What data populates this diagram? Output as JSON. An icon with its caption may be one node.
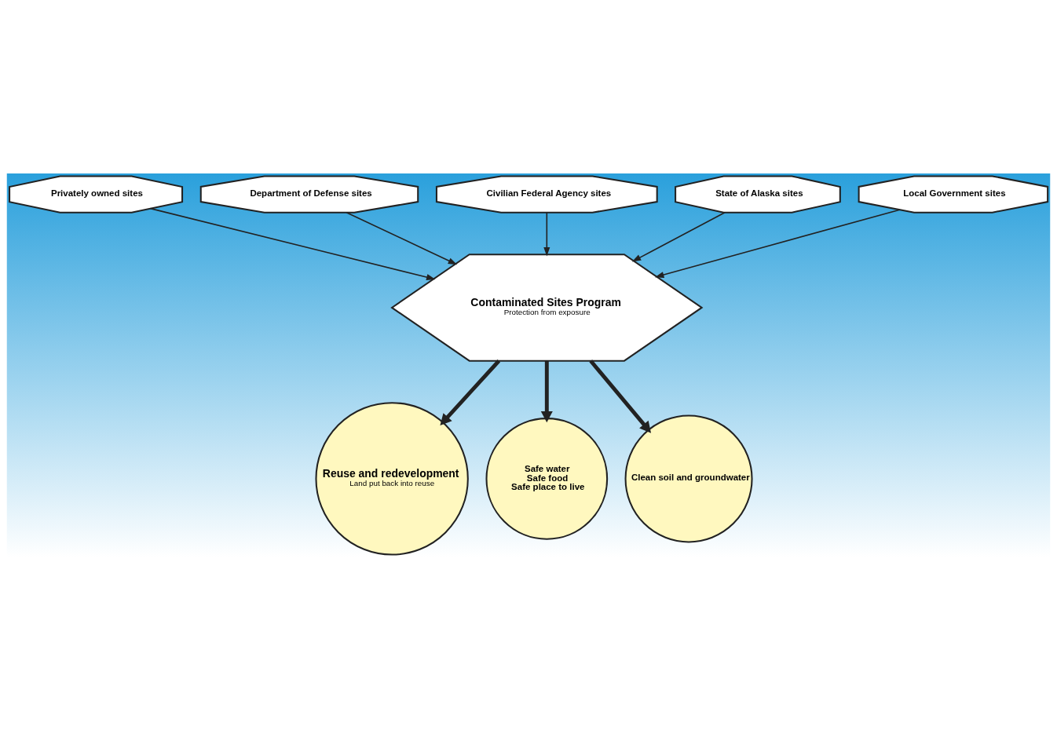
{
  "diagram": {
    "nodes": [
      {
        "text": [
          "Privately owned sites"
        ]
      },
      {
        "text": [
          "Department of Defense sites"
        ]
      },
      {
        "text": [
          "Civilian Federal Agency sites"
        ]
      },
      {
        "text": [
          "State of Alaska sites"
        ]
      },
      {
        "text": [
          "Local Government sites"
        ]
      },
      {
        "text": [
          "Contaminated Sites Program",
          "Protection from exposure"
        ]
      },
      {
        "text": [
          "Reuse and redevelopment",
          "Land put back into reuse"
        ]
      },
      {
        "text": [
          "Safe water",
          "Safe food",
          "Safe place to live"
        ]
      },
      {
        "text": [
          "Clean soil and groundwater"
        ]
      }
    ],
    "edges": [
      {
        "from": 0,
        "to": 5,
        "arrow": "to"
      },
      {
        "from": 1,
        "to": 5,
        "arrow": "to"
      },
      {
        "from": 2,
        "to": 5,
        "arrow": "to"
      },
      {
        "from": 3,
        "to": 5,
        "arrow": "to"
      },
      {
        "from": 4,
        "to": 5,
        "arrow": "to"
      },
      {
        "from": 5,
        "to": 6,
        "arrow": "to",
        "style": "thick"
      },
      {
        "from": 5,
        "to": 7,
        "arrow": "to",
        "style": "thick"
      },
      {
        "from": 5,
        "to": 8,
        "arrow": "to",
        "style": "thick"
      }
    ]
  }
}
